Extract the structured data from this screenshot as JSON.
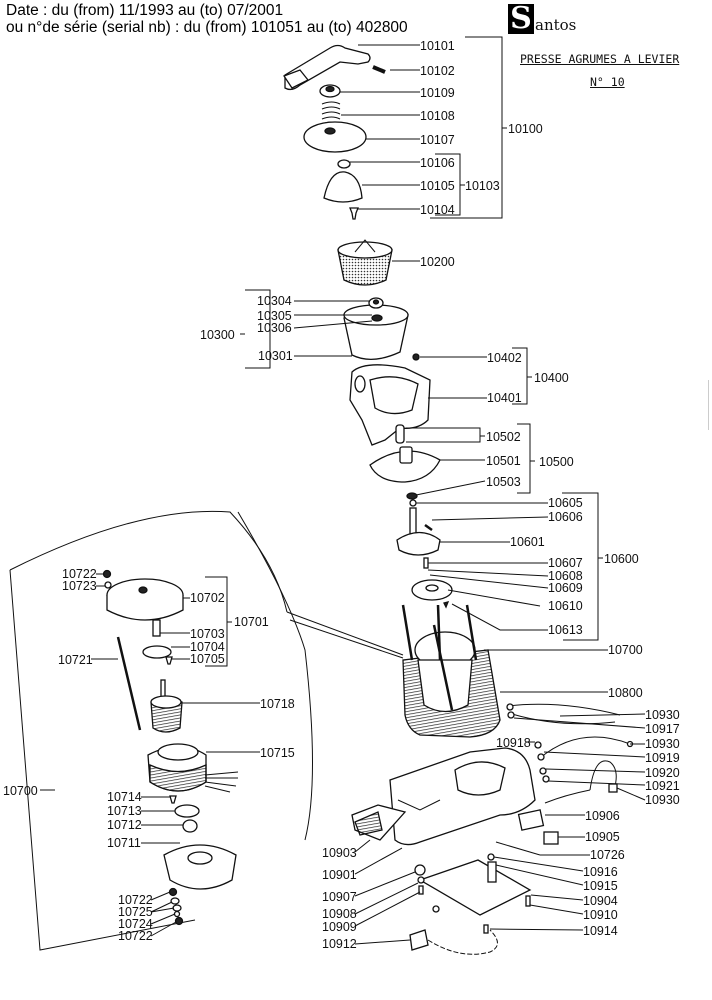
{
  "header": {
    "date_line": "Date : du (from) 11/1993 au (to) 07/2001",
    "serial_line": "ou n°de série (serial nb) : du (from) 101051 au (to) 402800"
  },
  "brand": {
    "logo_letter": "S",
    "logo_text": "antos"
  },
  "document": {
    "title": "PRESSE AGRUMES A LEVIER",
    "model": "N° 10"
  },
  "parts": {
    "p10101": "10101",
    "p10102": "10102",
    "p10109": "10109",
    "p10108": "10108",
    "p10107": "10107",
    "p10106": "10106",
    "p10105": "10105",
    "p10104": "10104",
    "p10103": "10103",
    "p10100": "10100",
    "p10200": "10200",
    "p10304": "10304",
    "p10305": "10305",
    "p10306": "10306",
    "p10301": "10301",
    "p10300": "10300",
    "p10402": "10402",
    "p10401": "10401",
    "p10400": "10400",
    "p10502": "10502",
    "p10501": "10501",
    "p10503": "10503",
    "p10500": "10500",
    "p10605": "10605",
    "p10606": "10606",
    "p10601": "10601",
    "p10607": "10607",
    "p10608": "10608",
    "p10609": "10609",
    "p10610": "10610",
    "p10613": "10613",
    "p10600": "10600",
    "p10700r": "10700",
    "p10800": "10800",
    "p10722a": "10722",
    "p10723": "10723",
    "p10702": "10702",
    "p10701": "10701",
    "p10703": "10703",
    "p10704": "10704",
    "p10705": "10705",
    "p10721": "10721",
    "p10718": "10718",
    "p10715": "10715",
    "p10700l": "10700",
    "p10714": "10714",
    "p10713": "10713",
    "p10712": "10712",
    "p10711": "10711",
    "p10722b": "10722",
    "p10725": "10725",
    "p10724": "10724",
    "p10722c": "10722",
    "p10930a": "10930",
    "p10917": "10917",
    "p10918": "10918",
    "p10930b": "10930",
    "p10919": "10919",
    "p10920": "10920",
    "p10921": "10921",
    "p10930c": "10930",
    "p10906": "10906",
    "p10905": "10905",
    "p10726": "10726",
    "p10903": "10903",
    "p10901": "10901",
    "p10916": "10916",
    "p10915": "10915",
    "p10907": "10907",
    "p10904": "10904",
    "p10908": "10908",
    "p10910": "10910",
    "p10909": "10909",
    "p10914": "10914",
    "p10912": "10912"
  }
}
